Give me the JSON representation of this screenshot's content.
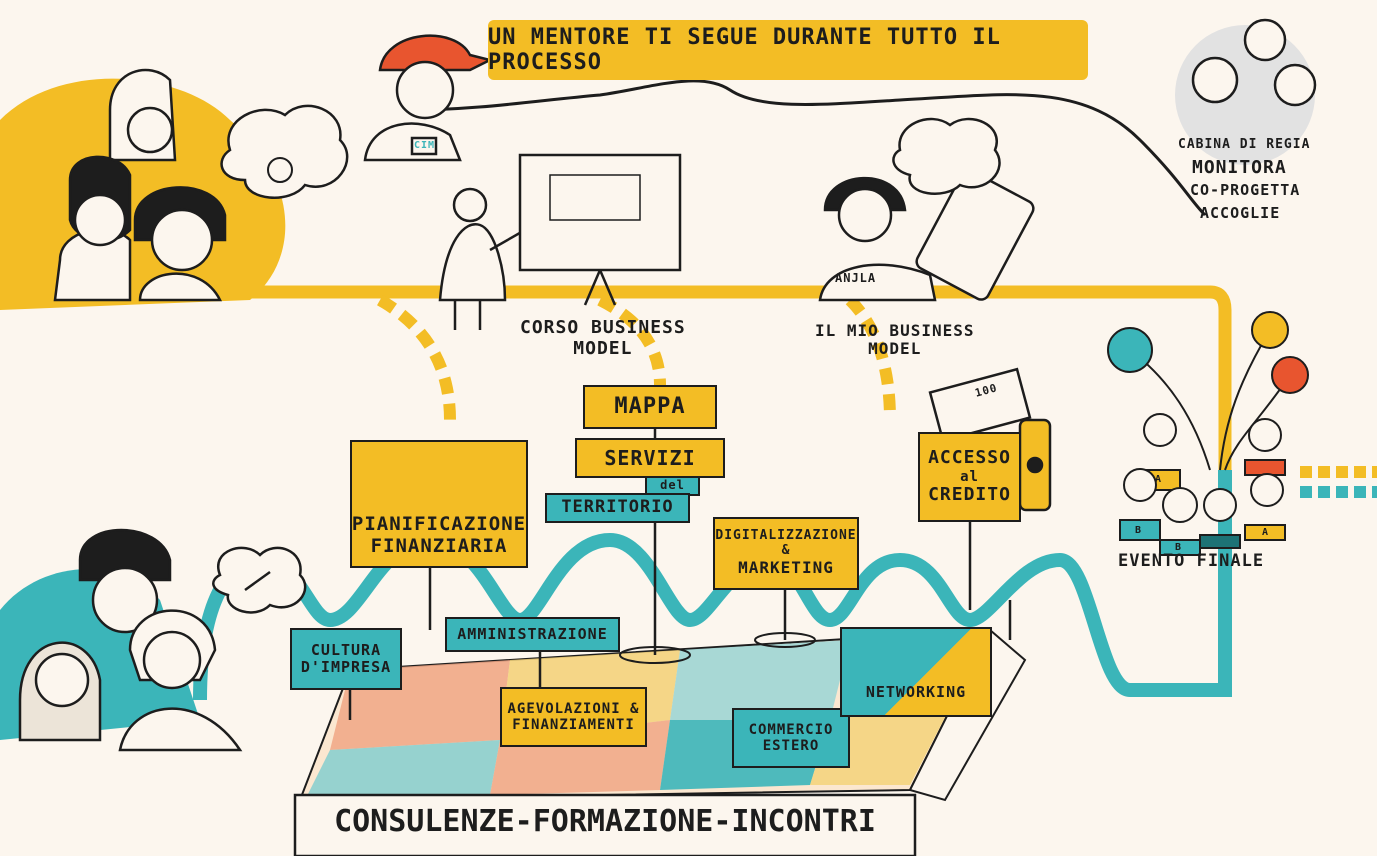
{
  "mentor_banner": "UN MENTORE TI SEGUE DURANTE TUTTO IL PROCESSO",
  "cabina": {
    "label": "CABINA DI REGIA",
    "lines": [
      "MONITORA",
      "CO-PROGETTA",
      "ACCOGLIE"
    ]
  },
  "corso": [
    "CORSO BUSINESS",
    "MODEL"
  ],
  "mio": [
    "IL MIO BUSINESS",
    "MODEL"
  ],
  "person_name": "ANJLA",
  "badge_text": "cim",
  "signs": {
    "mappa": "MAPPA",
    "servizi": "SERVIZI",
    "del": "del",
    "territorio": "TERRITORIO",
    "pianificazione": [
      "PIANIFICAZIONE",
      "FINANZIARIA"
    ],
    "accesso": [
      "ACCESSO",
      "al",
      "CREDITO"
    ],
    "digitalizzazione": "DIGITALIZZAZIONE",
    "amp": "&",
    "marketing": "MARKETING",
    "cultura": [
      "CULTURA",
      "D'IMPRESA"
    ],
    "amministrazione": "AMMINISTRAZIONE",
    "agevolazioni": [
      "AGEVOLAZIONI &",
      "FINANZIAMENTI"
    ],
    "commercio": [
      "COMMERCIO",
      "ESTERO"
    ],
    "networking": "NETWORKING"
  },
  "evento": "EVENTO FINALE",
  "bottom_banner": "CONSULENZE-FORMAZIONE-INCONTRI",
  "team_badges": [
    "A",
    "B",
    "B",
    "A"
  ],
  "money": "100",
  "colors": {
    "yellow": "#f3bd25",
    "teal": "#3bb5b9",
    "orange": "#e8552f",
    "salmon": "#f0a685",
    "ink": "#1d1d1d",
    "background": "#fcf6ee"
  }
}
